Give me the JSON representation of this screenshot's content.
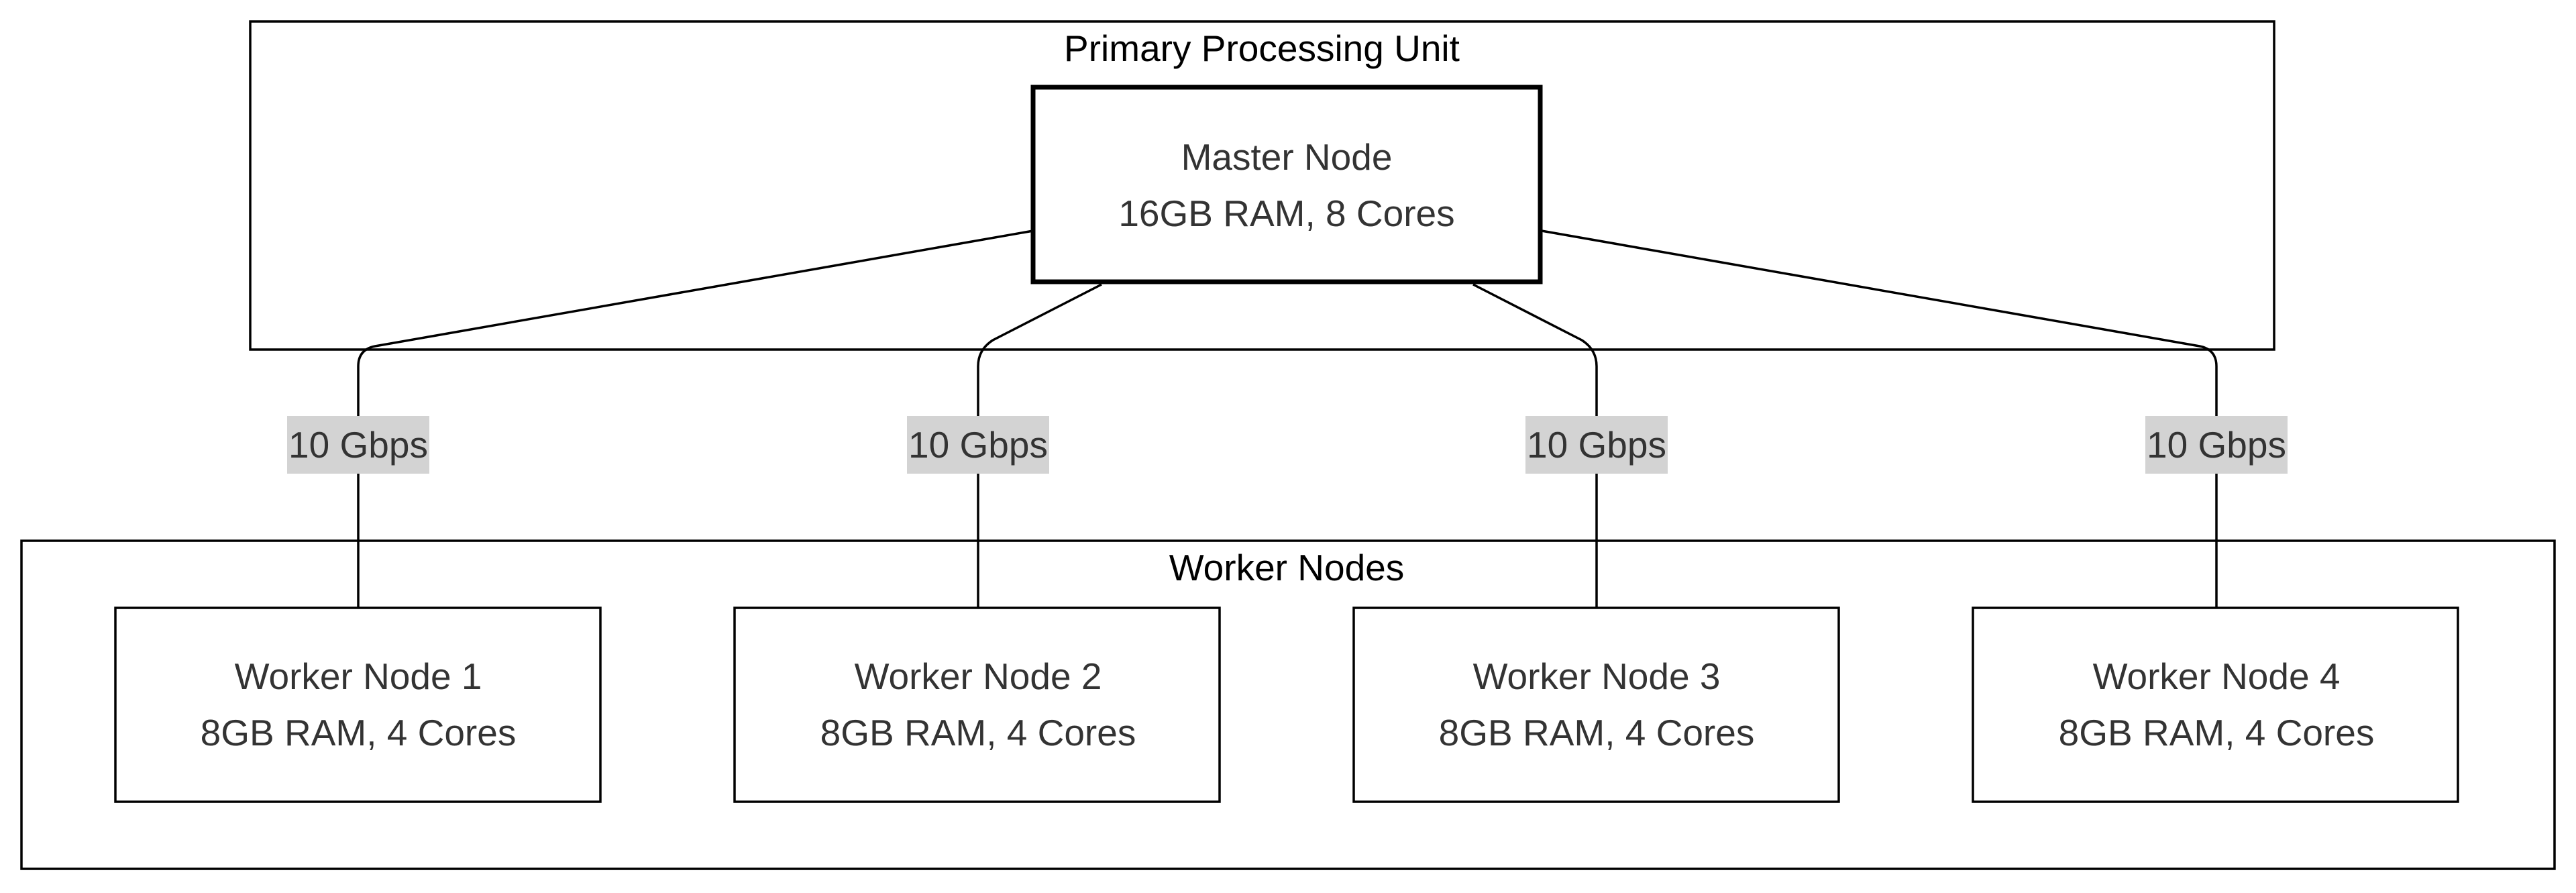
{
  "clusters": {
    "primary": {
      "label": "Primary Processing Unit"
    },
    "workers": {
      "label": "Worker Nodes"
    }
  },
  "nodes": {
    "master": {
      "title": "Master Node",
      "specs": "16GB RAM, 8 Cores"
    },
    "worker1": {
      "title": "Worker Node 1",
      "specs": "8GB RAM, 4 Cores"
    },
    "worker2": {
      "title": "Worker Node 2",
      "specs": "8GB RAM, 4 Cores"
    },
    "worker3": {
      "title": "Worker Node 3",
      "specs": "8GB RAM, 4 Cores"
    },
    "worker4": {
      "title": "Worker Node 4",
      "specs": "8GB RAM, 4 Cores"
    }
  },
  "links": [
    {
      "from": "Master Node",
      "to": "Worker Node 1",
      "label": "10 Gbps"
    },
    {
      "from": "Master Node",
      "to": "Worker Node 2",
      "label": "10 Gbps"
    },
    {
      "from": "Master Node",
      "to": "Worker Node 3",
      "label": "10 Gbps"
    },
    {
      "from": "Master Node",
      "to": "Worker Node 4",
      "label": "10 Gbps"
    }
  ],
  "colors": {
    "stroke": "#000000",
    "node_text": "#333333",
    "label_background": "#d3d3d3"
  }
}
